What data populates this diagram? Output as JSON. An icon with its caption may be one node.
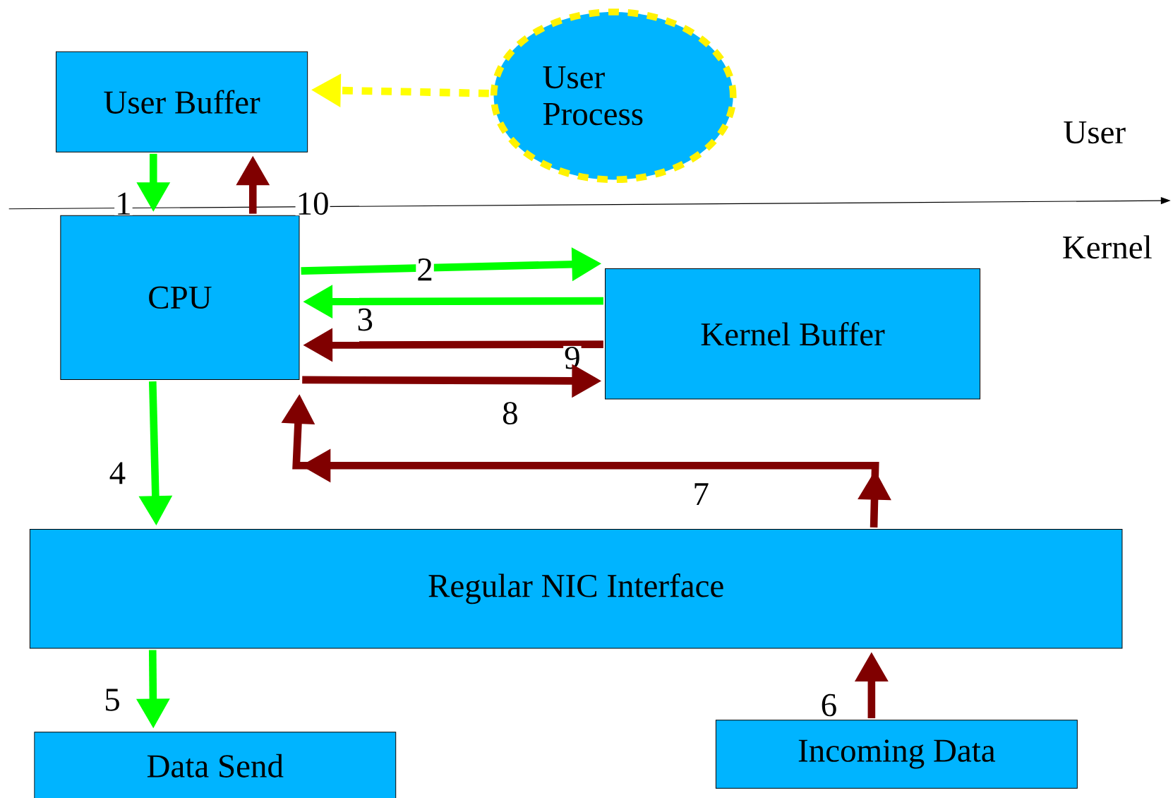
{
  "diagram": {
    "nodes": [
      {
        "text": [
          "User Buffer"
        ]
      },
      {
        "text": [
          "User Process"
        ]
      },
      {
        "text": [
          "CPU"
        ]
      },
      {
        "text": [
          "Kernel Buffer"
        ]
      },
      {
        "text": [
          "Regular NIC Interface"
        ]
      },
      {
        "text": [
          "Data Send"
        ]
      },
      {
        "text": [
          "Incoming Data"
        ]
      }
    ],
    "edges": [
      {
        "from": 0,
        "to": 2,
        "arrow": "to",
        "label": "1",
        "color": "#00ff00"
      },
      {
        "from": 2,
        "to": 0,
        "arrow": "to",
        "label": "10",
        "color": "#800000"
      },
      {
        "from": 1,
        "to": 0,
        "arrow": "to",
        "style": "dashed",
        "color": "#ffff00"
      },
      {
        "from": 2,
        "to": 3,
        "arrow": "to",
        "label": "2",
        "color": "#00ff00"
      },
      {
        "from": 3,
        "to": 2,
        "arrow": "to",
        "label": "3",
        "color": "#00ff00"
      },
      {
        "from": 3,
        "to": 2,
        "arrow": "to",
        "label": "9",
        "color": "#800000"
      },
      {
        "from": 2,
        "to": 3,
        "arrow": "to",
        "label": "8",
        "color": "#800000"
      },
      {
        "from": 2,
        "to": 4,
        "arrow": "to",
        "label": "4",
        "color": "#00ff00"
      },
      {
        "from": 4,
        "to": 5,
        "arrow": "to",
        "label": "5",
        "color": "#00ff00"
      },
      {
        "from": 6,
        "to": 4,
        "arrow": "to",
        "label": "6",
        "color": "#800000"
      },
      {
        "from": 4,
        "to": 2,
        "arrow": "to",
        "label": "7",
        "color": "#800000"
      }
    ],
    "labels": [
      "User",
      "Kernel"
    ]
  }
}
